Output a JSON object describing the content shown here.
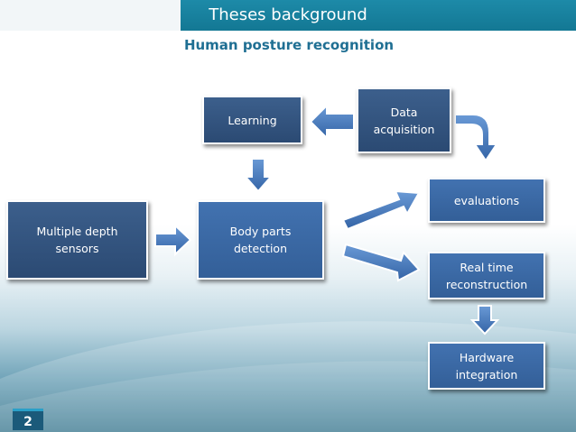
{
  "slide": {
    "title": "Theses background",
    "subtitle": "Human posture recognition",
    "page_number": "2"
  },
  "boxes": {
    "sensors": "Multiple depth\nsensors",
    "body_parts": "Body parts\ndetection",
    "learning": "Learning",
    "data_acquisition": "Data\nacquisition",
    "evaluations": "evaluations",
    "real_time": "Real time\nreconstruction",
    "hardware": "Hardware\nintegration"
  },
  "colors": {
    "title_band": "#137894",
    "subtitle": "#1f6f93",
    "box_dark": "#2b4a73",
    "box_mid": "#335f98",
    "arrow": "#4a7fc0"
  }
}
